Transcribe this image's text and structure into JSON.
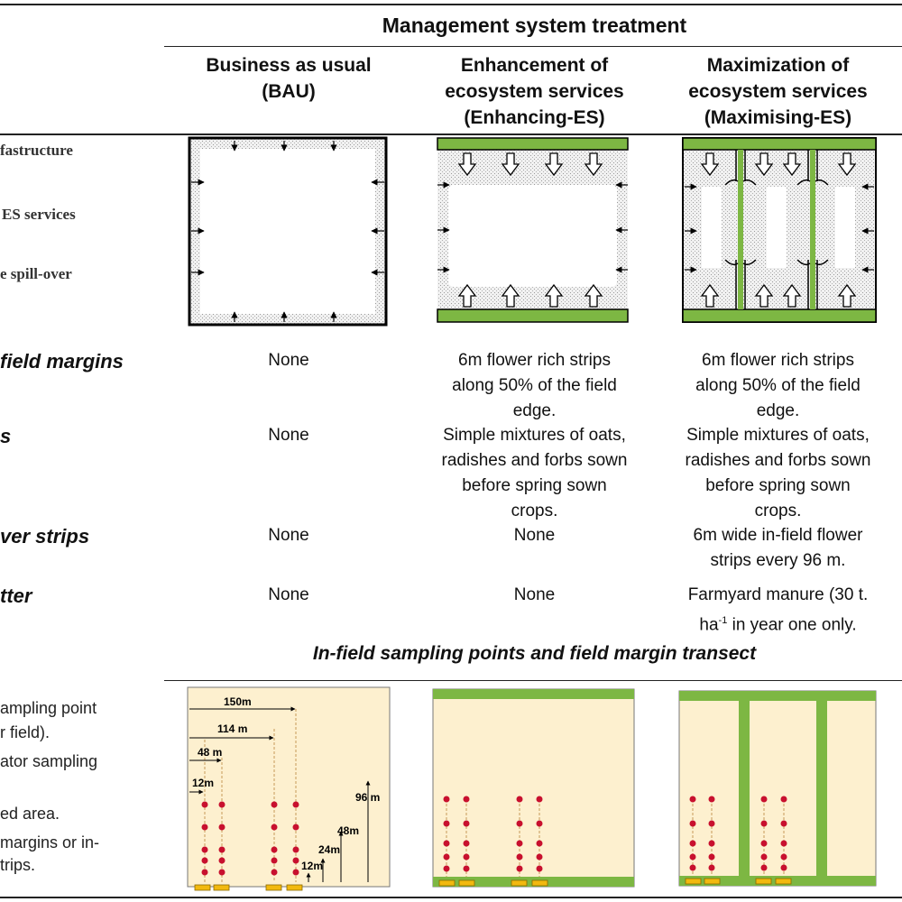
{
  "header": {
    "title": "Management system treatment",
    "columns": [
      {
        "line1": "Business as usual",
        "line2": "(BAU)",
        "line3": ""
      },
      {
        "line1": "Enhancement of",
        "line2": "ecosystem services",
        "line3": "(Enhancing-ES)"
      },
      {
        "line1": "Maximization of",
        "line2": "ecosystem services",
        "line3": "(Maximising-ES)"
      }
    ]
  },
  "diagram_labels": [
    "fastructure",
    "ES services",
    "e spill-over"
  ],
  "rows": [
    {
      "label": "field margins",
      "cells": [
        [
          "None"
        ],
        [
          "6m flower rich strips",
          "along 50% of the field",
          "edge."
        ],
        [
          "6m flower rich strips",
          "along 50% of the field",
          "edge."
        ]
      ]
    },
    {
      "label": "s",
      "cells": [
        [
          "None"
        ],
        [
          "Simple mixtures of oats,",
          "radishes and forbs sown",
          "before spring sown",
          "crops."
        ],
        [
          "Simple mixtures of oats,",
          "radishes and forbs sown",
          "before spring sown",
          "crops."
        ]
      ]
    },
    {
      "label": "ver strips",
      "cells": [
        [
          "None"
        ],
        [
          "None"
        ],
        [
          "6m wide in-field flower",
          "strips every 96 m."
        ]
      ]
    },
    {
      "label": "tter",
      "cells": [
        [
          "None"
        ],
        [
          "None"
        ],
        [
          "Farmyard manure (30 t.",
          "ha",
          "-1",
          " in year one only."
        ]
      ]
    }
  ],
  "sampling": {
    "title": "In-field sampling points and field margin transect",
    "legend": [
      "ampling point",
      "r field).",
      "ator sampling",
      "",
      "ed area.",
      "margins or in-",
      "trips."
    ],
    "dims": {
      "d150": "150m",
      "d114": "114 m",
      "d48": "48 m",
      "d12": "12m",
      "v96": "96 m",
      "v48": "48m",
      "v24": "24m",
      "v12": "12m"
    }
  },
  "colors": {
    "green": "#7db743",
    "field": "#fdf0cf",
    "red_point": "#c8102e",
    "transect": "#f2b90f",
    "stipple": "#cfcfcf"
  }
}
